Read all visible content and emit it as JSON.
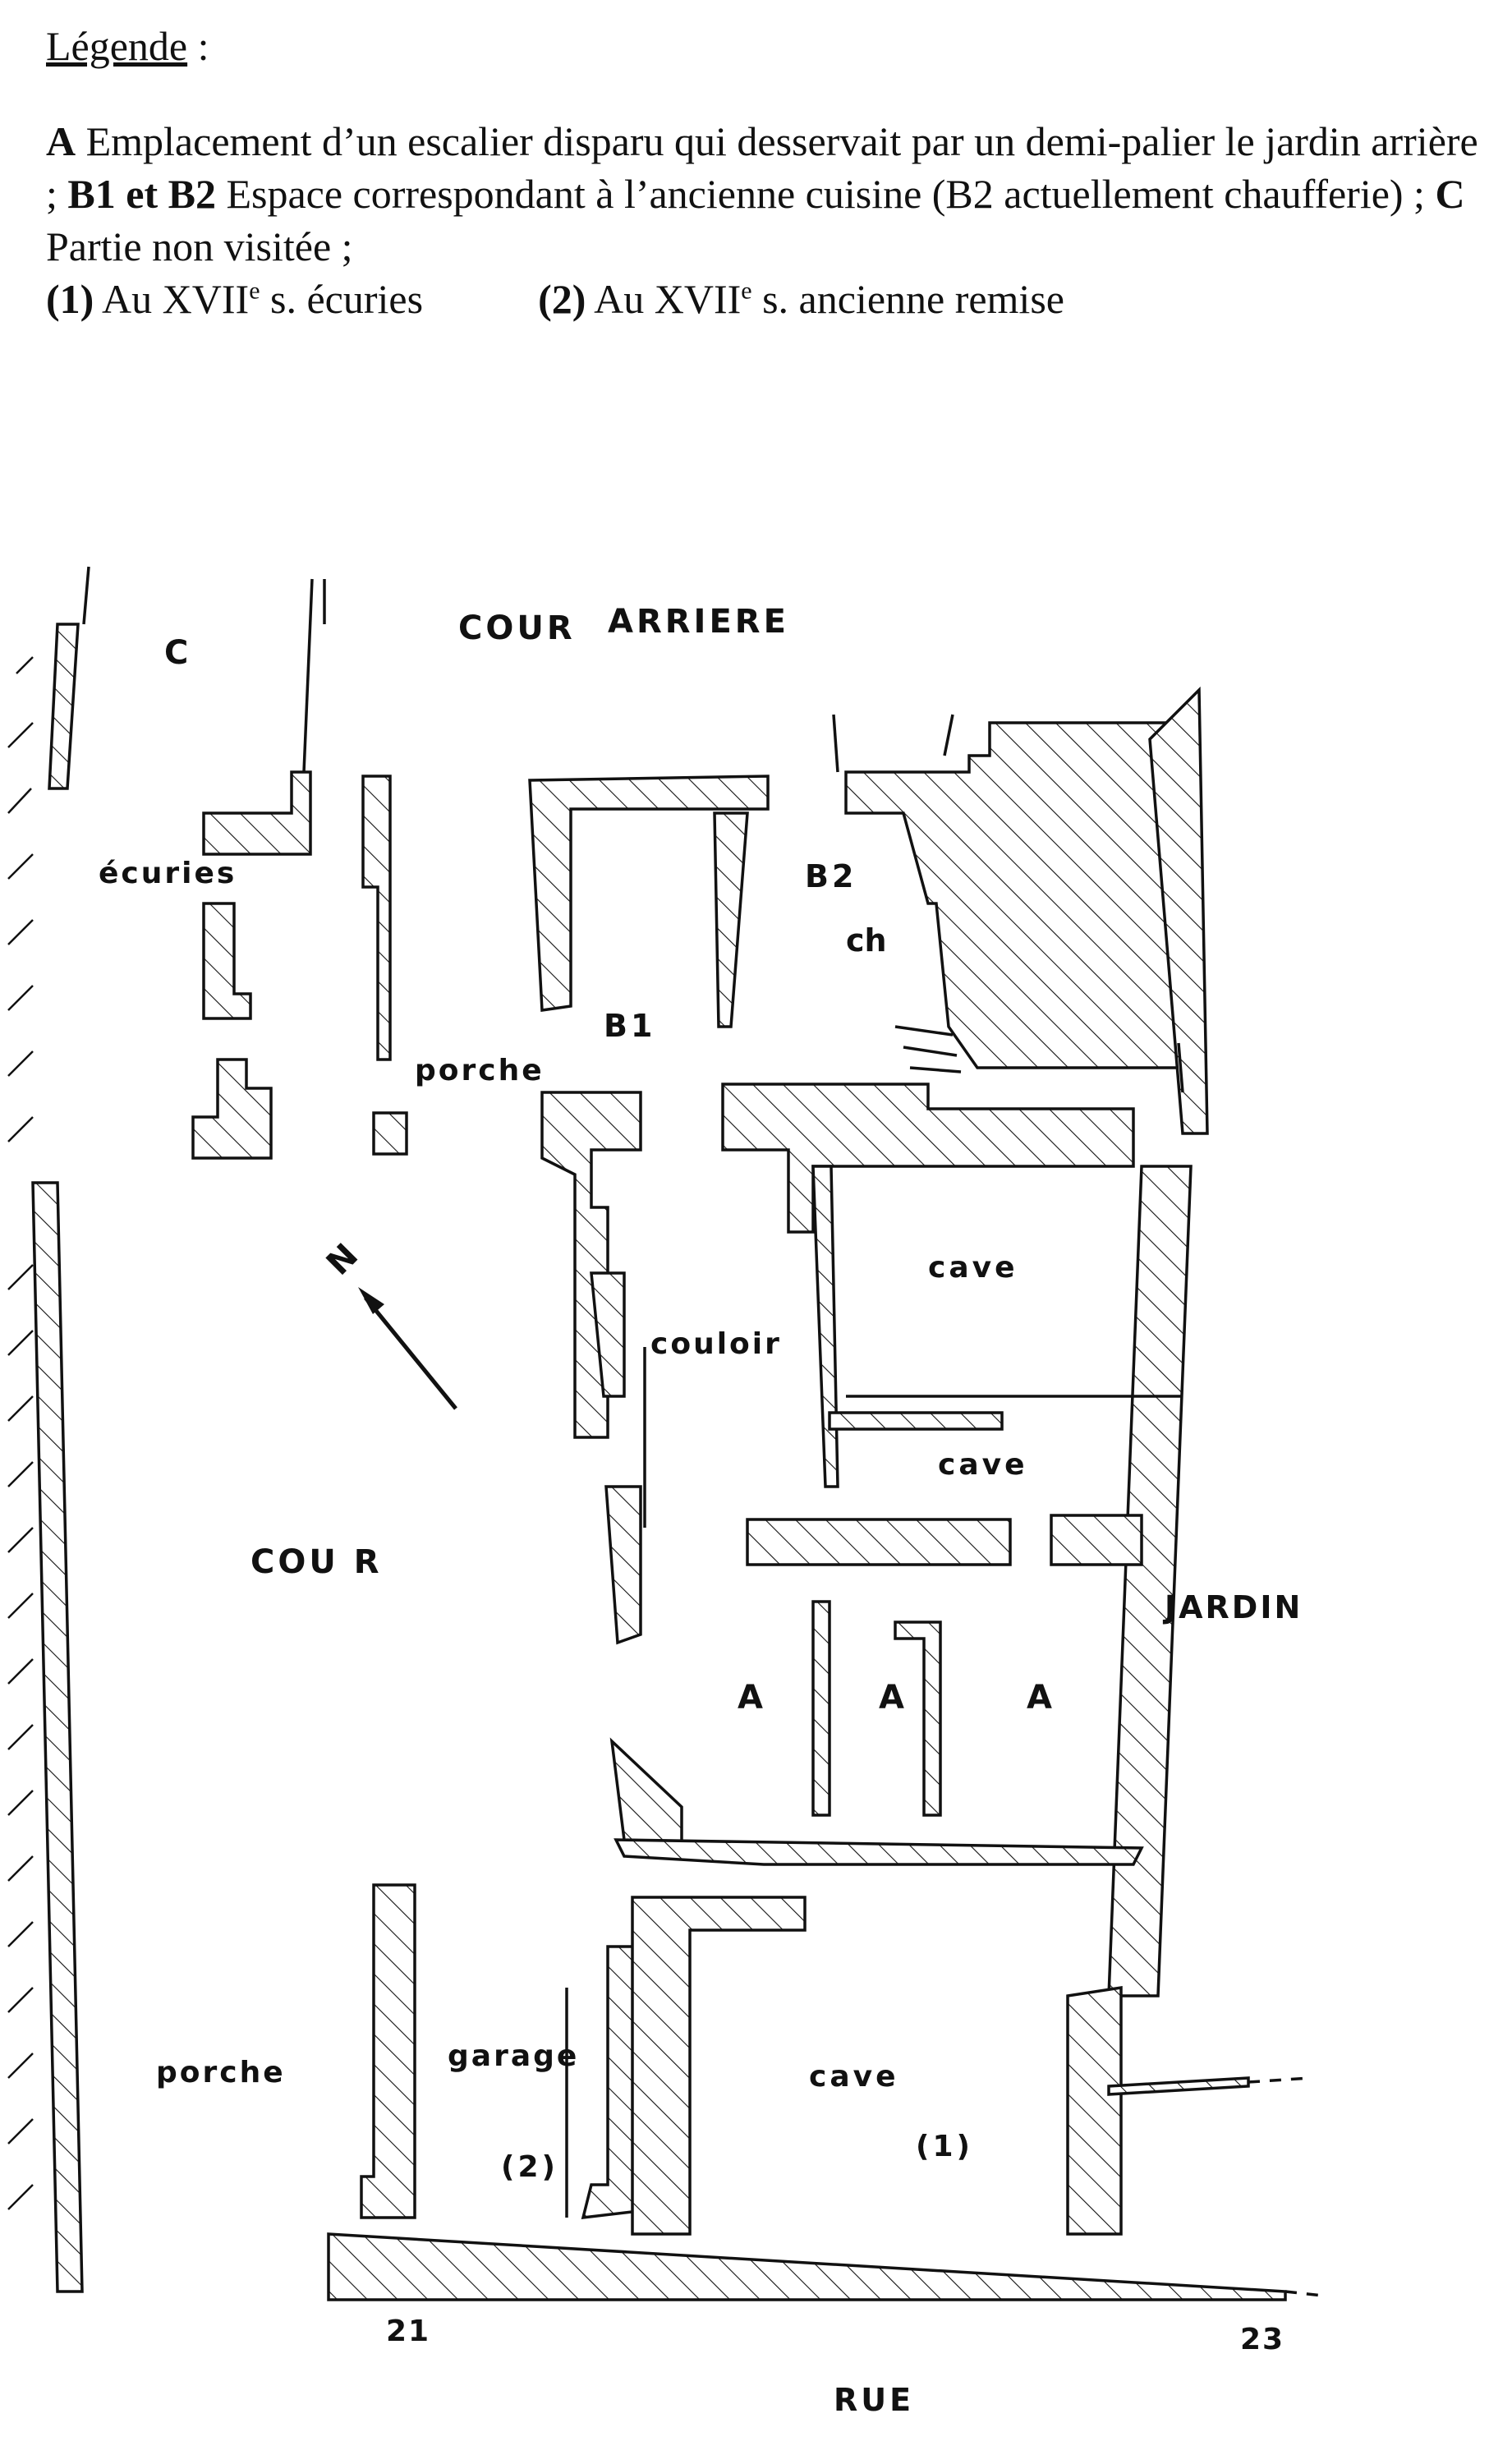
{
  "legend": {
    "title": "Légende",
    "title_suffix": " :",
    "line1": {
      "A_key": "A",
      "A_text": " Emplacement d’un escalier disparu qui desservait par un demi-palier le jardin arrière ; ",
      "B_key": "B1 et B2",
      "B_text": " Espace correspondant à l’ancienne cuisine (B2 actuellement chaufferie) ; ",
      "C_key": "C",
      "C_text": " Partie non visitée ;"
    },
    "line2": {
      "n1_key": "(1)",
      "n1_pre": " Au XVII",
      "n1_sup": "e",
      "n1_post": " s. écuries",
      "n2_key": "(2)",
      "n2_pre": " Au XVII",
      "n2_sup": "e",
      "n2_post": " s. ancienne remise"
    }
  },
  "plan": {
    "labels": {
      "C": "C",
      "cour_arriere_1": "COUR",
      "cour_arriere_2": "ARRIERE",
      "ecuries": "écuries",
      "B2": "B2",
      "ch": "ch",
      "B1": "B1",
      "porche_top": "porche",
      "north": "N",
      "cave_1": "cave",
      "couloir": "couloir",
      "cave_2": "cave",
      "cour": "COU R",
      "jardin": "JARDIN",
      "A1": "A",
      "A2": "A",
      "A3": "A",
      "porche_bottom": "porche",
      "garage": "garage",
      "num2": "(2)",
      "cave_3": "cave",
      "num1": "(1)",
      "n21": "21",
      "n23": "23",
      "rue": "RUE"
    },
    "colors": {
      "ink": "#111111",
      "paper": "#ffffff"
    }
  }
}
